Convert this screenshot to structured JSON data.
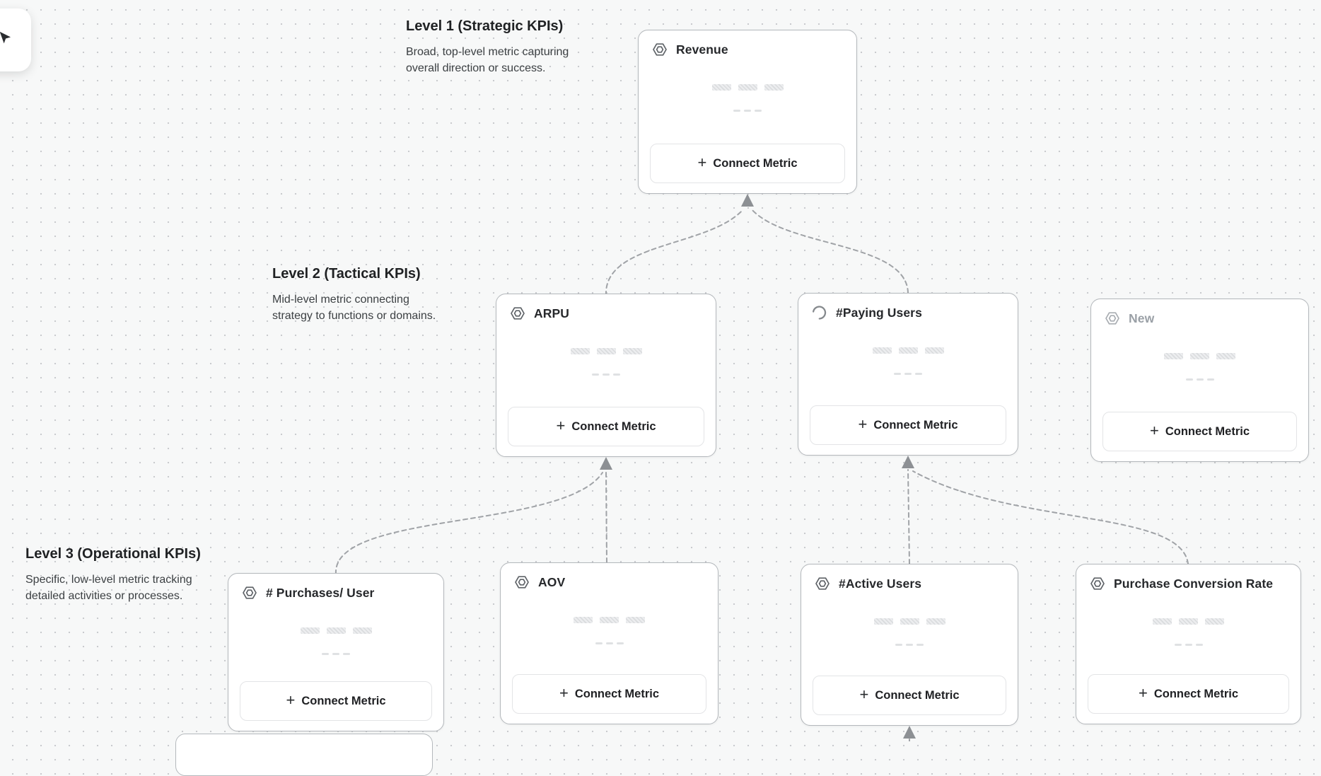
{
  "levels": [
    {
      "heading": "Level 1 (Strategic KPIs)",
      "description_line1": "Broad, top-level metric capturing",
      "description_line2": "overall direction or success."
    },
    {
      "heading": "Level 2 (Tactical KPIs)",
      "description_line1": "Mid-level metric connecting",
      "description_line2": "strategy to functions or domains."
    },
    {
      "heading": "Level 3 (Operational KPIs)",
      "description_line1": "Specific, low-level metric tracking",
      "description_line2": "detailed activities or processes."
    }
  ],
  "cards": [
    {
      "title": "Revenue",
      "icon": "hexagon-metric-icon",
      "button_label": "Connect Metric"
    },
    {
      "title": "ARPU",
      "icon": "hexagon-metric-icon",
      "button_label": "Connect Metric"
    },
    {
      "title": "#Paying Users",
      "icon": "loading-spinner-icon",
      "button_label": "Connect Metric"
    },
    {
      "title": "New",
      "icon": "hexagon-metric-icon",
      "state": "draft",
      "button_label": "Connect Metric"
    },
    {
      "title": "# Purchases/ User",
      "icon": "hexagon-metric-icon",
      "button_label": "Connect Metric"
    },
    {
      "title": "AOV",
      "icon": "hexagon-metric-icon",
      "button_label": "Connect Metric"
    },
    {
      "title": "#Active Users",
      "icon": "hexagon-metric-icon",
      "button_label": "Connect Metric"
    },
    {
      "title": "Purchase Conversion Rate",
      "icon": "hexagon-metric-icon",
      "button_label": "Connect Metric"
    }
  ],
  "colors": {
    "canvas_background": "#f7f8f8",
    "grid_dot": "#c9cbce",
    "card_border": "#b4b8bc",
    "card_title": "#26282b",
    "draft_title": "#9aa0a6",
    "connector": "#a0a3a7",
    "arrowhead": "#8d9094",
    "skeleton_bar": "#dcdee0"
  }
}
